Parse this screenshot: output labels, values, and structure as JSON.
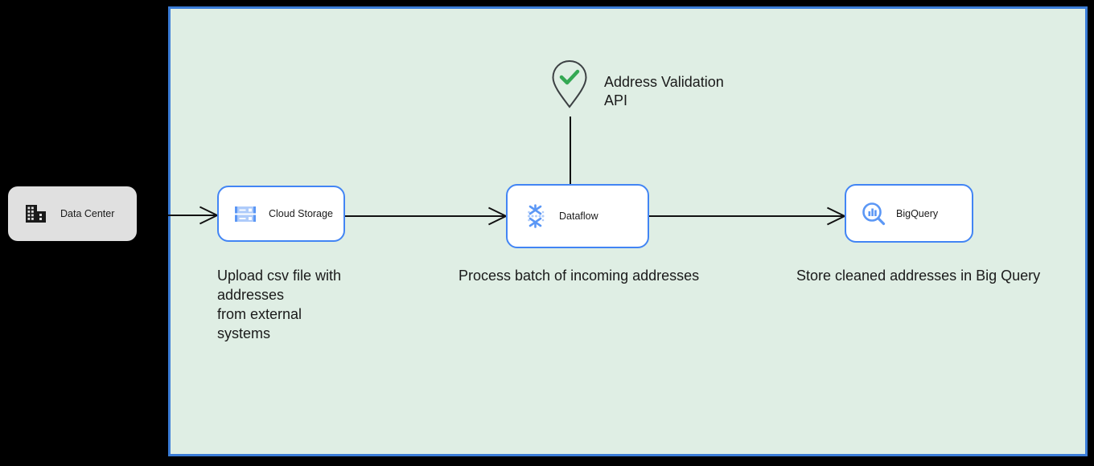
{
  "diagram": {
    "container": {
      "name": "cloud-region-container",
      "background_color": "#dfeee4",
      "border_color": "#3b7dd8"
    },
    "nodes": [
      {
        "id": "datacenter",
        "label": "Data Center",
        "icon": "building-icon",
        "box_color": "#e0e0e0"
      },
      {
        "id": "storage",
        "label": "Cloud Storage",
        "icon": "cloud-storage-icon",
        "box_color": "#ffffff",
        "border_color": "#4285f4"
      },
      {
        "id": "dataflow",
        "label": "Dataflow",
        "icon": "dataflow-icon",
        "box_color": "#ffffff",
        "border_color": "#4285f4"
      },
      {
        "id": "bigquery",
        "label": "BigQuery",
        "icon": "bigquery-icon",
        "box_color": "#ffffff",
        "border_color": "#4285f4"
      }
    ],
    "external_service": {
      "id": "address-validation-api",
      "label": "Address Validation\nAPI",
      "icon": "map-pin-check-icon",
      "check_color": "#34a853"
    },
    "captions": {
      "storage": "Upload csv file with\naddresses\nfrom external\nsystems",
      "dataflow": "Process batch of incoming addresses",
      "bigquery": "Store cleaned addresses in Big Query"
    }
  }
}
